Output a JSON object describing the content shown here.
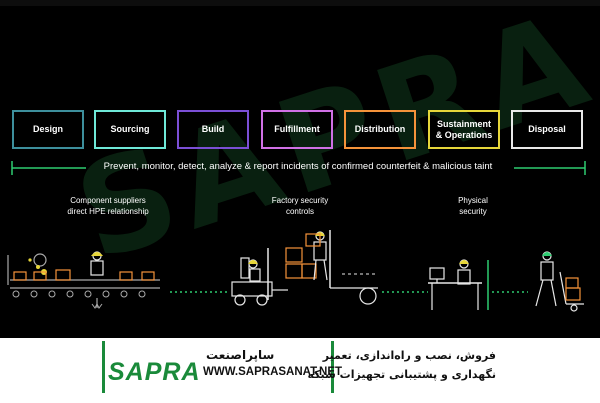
{
  "watermark": "SAPRA",
  "stages": [
    {
      "label": "Design",
      "color": "#3d8f9c"
    },
    {
      "label": "Sourcing",
      "color": "#6ee8d8"
    },
    {
      "label": "Build",
      "color": "#7b4fd6"
    },
    {
      "label": "Fulfillment",
      "color": "#d070e6"
    },
    {
      "label": "Distribution",
      "color": "#f5933a"
    },
    {
      "label": "Sustainment\n& Operations",
      "color": "#e6d63a"
    },
    {
      "label": "Disposal",
      "color": "#e8e8e8"
    }
  ],
  "bracket_text": "Prevent, monitor, detect, analyze & report incidents of confirmed counterfeit & malicious taint",
  "accent_green": "#2ecc71",
  "categories": [
    {
      "label": "Component suppliers\ndirect HPE relationship"
    },
    {
      "label": "Factory security\ncontrols"
    },
    {
      "label": "Physical\nsecurity"
    }
  ],
  "banner": {
    "logo_text": "SAPRA",
    "brand_fa": "ساپراصنعت",
    "url": "WWW.SAPRASANAT.NET",
    "tagline_1": "فروش، نصب و راه‌اندازی، تعمیر",
    "tagline_2": "نگهداری و پشتیبانی تجهیزات شبکه",
    "brand_color": "#1a8a3a"
  }
}
